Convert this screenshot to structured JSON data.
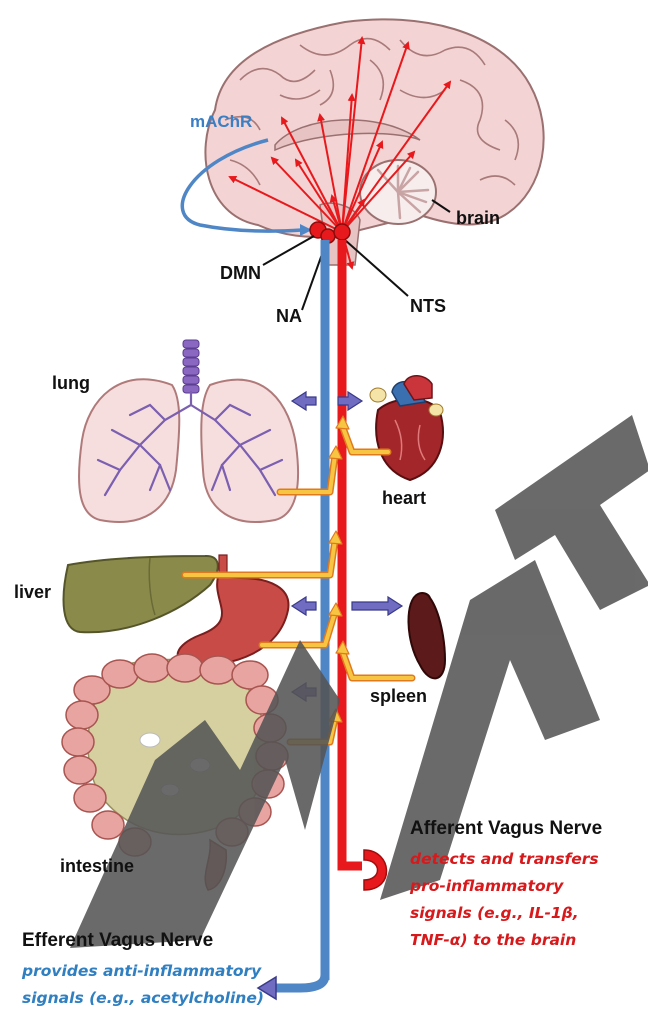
{
  "colors": {
    "efferent": "#4f86c6",
    "afferent": "#e8191c",
    "signal_arrow_fill": "#f7c542",
    "signal_arrow_outline": "#e07a1f",
    "bidirectional_arrow": "#6f6cc1",
    "brain_fill": "#f3d3d3",
    "lung_fill": "#f6dede",
    "airway": "#7b5fb0",
    "heart_fill": "#a3262a",
    "liver_fill": "#8a8a4a",
    "stomach_fill": "#c94b47",
    "spleen_fill": "#5c1a1a",
    "intestine_fill": "#e8a4a0",
    "watermark": "#555555"
  },
  "labels": {
    "mAChR": "mAChR",
    "brain": "brain",
    "DMN": "DMN",
    "NA": "NA",
    "NTS": "NTS",
    "lung": "lung",
    "heart": "heart",
    "liver": "liver",
    "spleen": "spleen",
    "intestine": "intestine"
  },
  "afferent": {
    "title": "Afferent Vagus Nerve",
    "lines": [
      "detects and transfers",
      "pro-inflammatory",
      "signals (e.g., IL-1β,",
      "TNF-α) to the brain"
    ]
  },
  "efferent": {
    "title": "Efferent Vagus Nerve",
    "lines": [
      "provides anti-inflammatory",
      "signals (e.g., acetylcholine)"
    ]
  },
  "watermark": "MAT"
}
